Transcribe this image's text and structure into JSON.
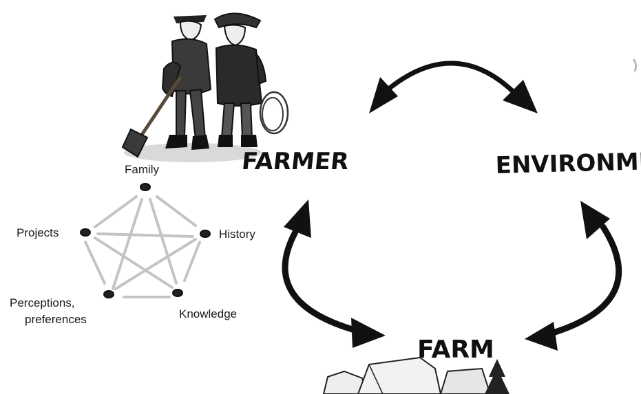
{
  "triangle": {
    "farmer": "FARMER",
    "environment": "ENVIRONME",
    "farm": "FARM"
  },
  "pentagon": {
    "family": "Family",
    "history": "History",
    "knowledge": "Knowledge",
    "perceptions_line1": "Perceptions,",
    "perceptions_line2": "preferences",
    "projects": "Projects"
  },
  "colors": {
    "ink": "#111111",
    "link_gray": "#c4c4c4",
    "background": "#ffffff"
  }
}
